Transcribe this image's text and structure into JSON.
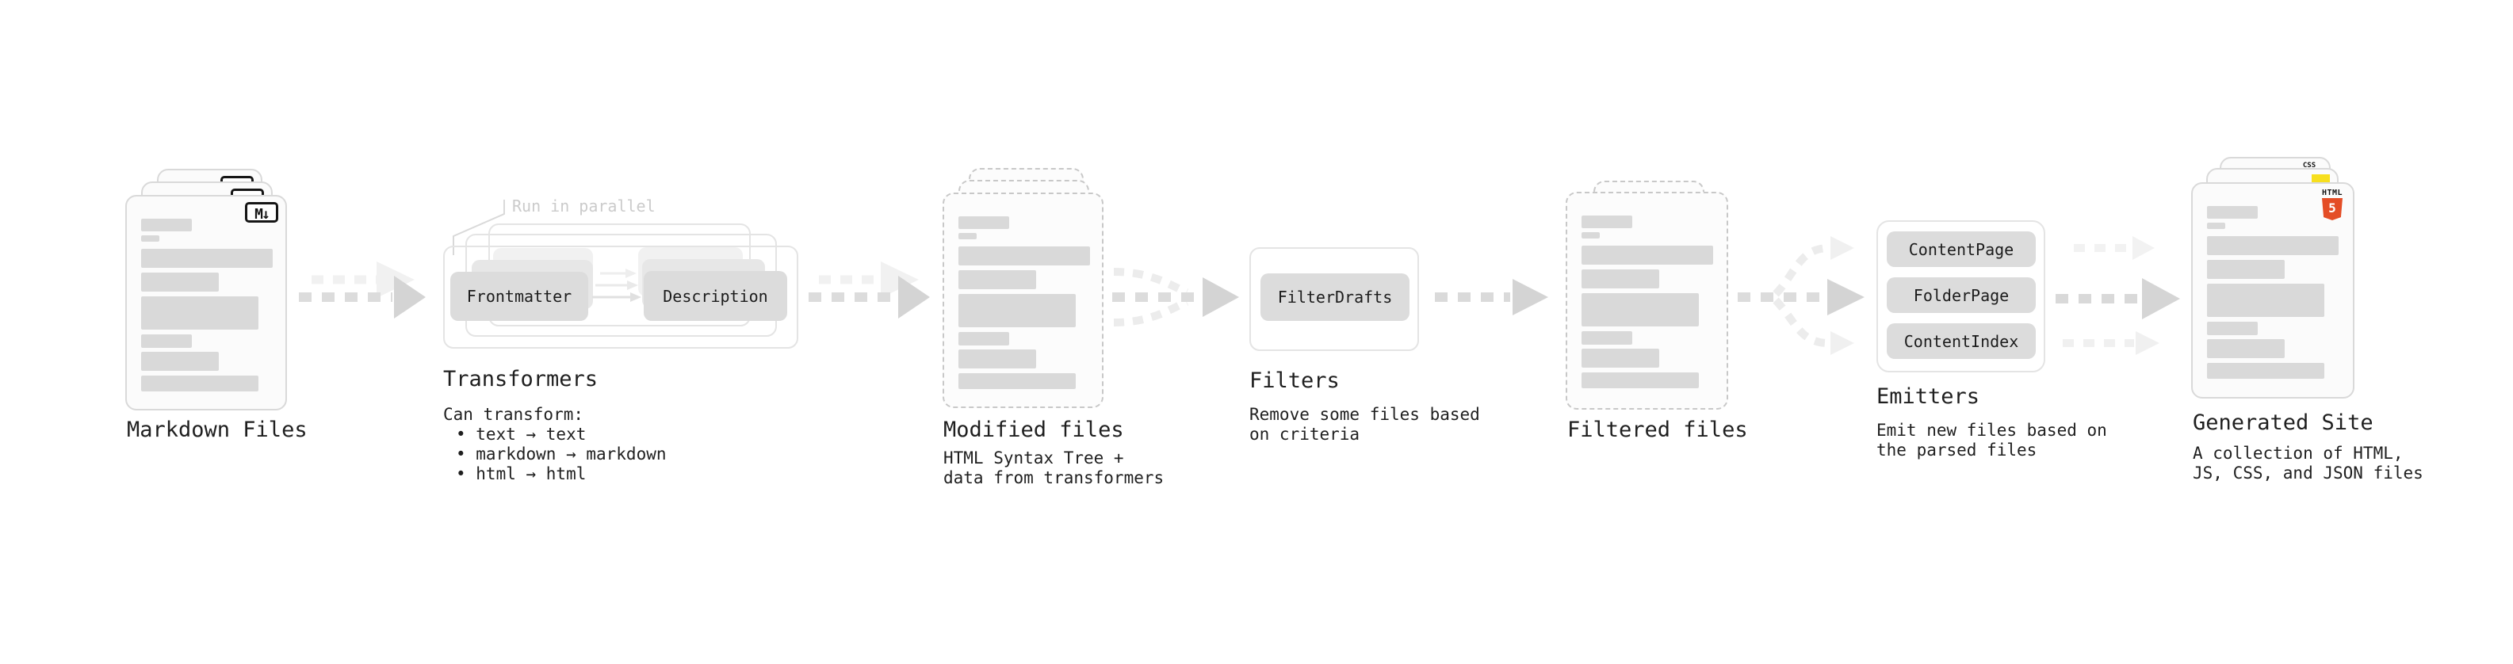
{
  "diagram": {
    "stages": {
      "markdown_files": {
        "title": "Markdown Files",
        "badge": "M↓"
      },
      "transformers": {
        "title": "Transformers",
        "note": "Run in parallel",
        "chip_left": "Frontmatter",
        "chip_right": "Description",
        "desc_heading": "Can transform:",
        "bullets": [
          "• text → text",
          "• markdown → markdown",
          "• html → html"
        ]
      },
      "modified_files": {
        "title": "Modified files",
        "desc": [
          "HTML Syntax Tree +",
          "data from transformers"
        ]
      },
      "filters": {
        "title": "Filters",
        "chip": "FilterDrafts",
        "desc": [
          "Remove some files based",
          "on criteria"
        ]
      },
      "filtered_files": {
        "title": "Filtered files"
      },
      "emitters": {
        "title": "Emitters",
        "chips": [
          "ContentPage",
          "FolderPage",
          "ContentIndex"
        ],
        "desc": [
          "Emit new files based on",
          "the parsed files"
        ]
      },
      "generated_site": {
        "title": "Generated Site",
        "desc": [
          "A collection of HTML,",
          "JS, CSS, and JSON files"
        ],
        "css_badge": "CSS",
        "html5_label": "HTML",
        "html5_number": "5"
      }
    },
    "colors": {
      "placeholder_bar": "#d9d9d9",
      "chip_bg": "#dcdcdc",
      "arrow_main": "#d5d5d5",
      "arrow_light": "#efefef",
      "js_yellow": "#f7df1e",
      "css_blue": "#2767e9",
      "html5_orange": "#e44d26",
      "note_gray": "#cbcbcb"
    }
  }
}
